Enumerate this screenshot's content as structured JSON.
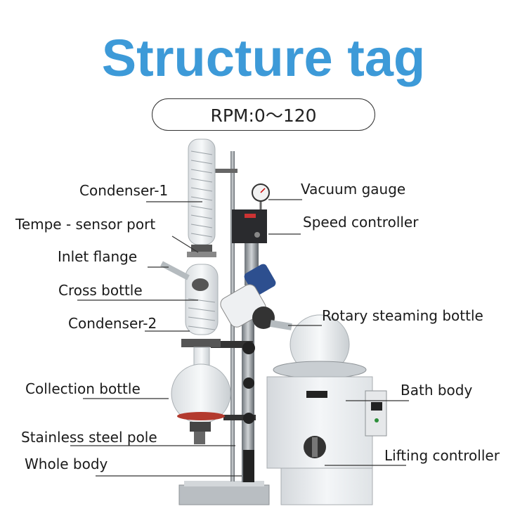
{
  "title": "Structure tag",
  "rpm": "RPM:0～120",
  "labels": {
    "condenser1": "Condenser-1",
    "tempe_port": "Tempe - sensor port",
    "inlet_flange": "Inlet flange",
    "cross_bottle": "Cross bottle",
    "condenser2": "Condenser-2",
    "collection_bottle": "Collection bottle",
    "stainless_pole": "Stainless steel pole",
    "whole_body": "Whole body",
    "vacuum_gauge": "Vacuum gauge",
    "speed_controller": "Speed controller",
    "rotary_bottle": "Rotary steaming bottle",
    "bath_body": "Bath body",
    "lifting_controller": "Lifting controller"
  },
  "colors": {
    "title": "#3d9ad8",
    "motor_blue": "#2d4f8f"
  }
}
